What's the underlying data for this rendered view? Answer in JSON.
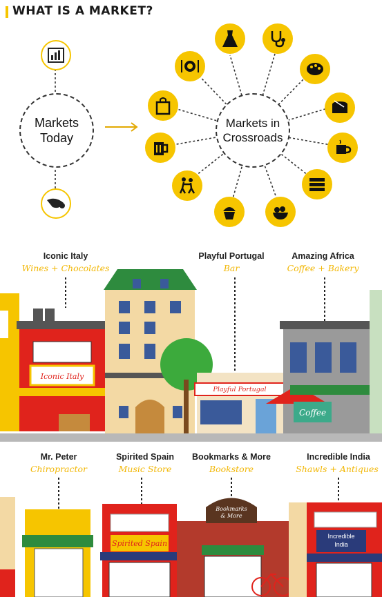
{
  "title": "WHAT IS A MARKET?",
  "diagram": {
    "left_circle": {
      "line1": "Markets",
      "line2": "Today"
    },
    "center_circle": {
      "line1": "Markets in",
      "line2": "Crossroads"
    },
    "icons": [
      "dress-icon",
      "stethoscope-icon",
      "palette-icon",
      "drum-icon",
      "coffee-cup-icon",
      "books-icon",
      "fruit-bowl-icon",
      "cupcake-icon",
      "dancers-icon",
      "beer-mug-icon",
      "shopping-bag-icon",
      "plate-cutlery-icon"
    ],
    "left_icons": [
      "bar-chart-icon",
      "cornucopia-icon"
    ]
  },
  "row1": {
    "labels": [
      {
        "name": "Iconic Italy",
        "type": "Wines + Chocolates"
      },
      {
        "name": "Playful Portugal",
        "type": "Bar"
      },
      {
        "name": "Amazing Africa",
        "type": "Coffee + Bakery"
      }
    ],
    "signs": {
      "italy": "Iconic Italy",
      "portugal": "Playful Portugal",
      "africa": "Coffee"
    }
  },
  "row2": {
    "labels": [
      {
        "name": "Mr. Peter",
        "type": "Chiropractor"
      },
      {
        "name": "Spirited Spain",
        "type": "Music Store"
      },
      {
        "name": "Bookmarks & More",
        "type": "Bookstore"
      },
      {
        "name": "Incredible India",
        "type": "Shawls + Antiques"
      }
    ],
    "signs": {
      "spain": "Spirited Spain",
      "bookmarks_line1": "Bookmarks",
      "bookmarks_line2": "& More",
      "india_line1": "Incredible",
      "india_line2": "India"
    }
  },
  "colors": {
    "accent": "#f6c500",
    "sub_text": "#f2b705",
    "red": "#e0231c",
    "green": "#2e8b3e"
  }
}
